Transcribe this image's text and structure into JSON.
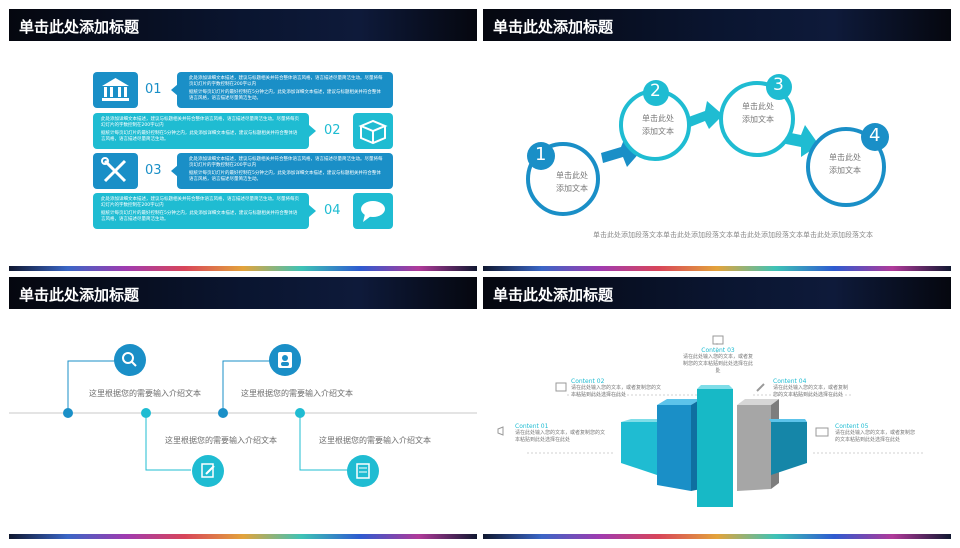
{
  "slides": [
    {
      "title": "单击此处添加标题",
      "rows": [
        {
          "num": "01",
          "icon": "bank-icon",
          "text1": "此处添加详细文本描述，建议与标题相关并符合整体语言风格，语言描述尽量简洁生动。尽量将每页幻灯片的字数控制在200字以内",
          "text2": "据统计每页幻灯片的最好控制在5分钟之内，此处添加详细文本描述，建议与标题相关并符合整体语言风格，语言描述尽量简洁生动。"
        },
        {
          "num": "02",
          "icon": "box-icon",
          "text1": "此处添加详细文本描述，建议与标题相关并符合整体语言风格，语言描述尽量简洁生动。尽量将每页幻灯片的字数控制在200字以内",
          "text2": "据统计每页幻灯片的最好控制在5分钟之内，此处添加详细文本描述，建议与标题相关并符合整体语言风格，语言描述尽量简洁生动。"
        },
        {
          "num": "03",
          "icon": "tools-icon",
          "text1": "此处添加详细文本描述，建议与标题相关并符合整体语言风格，语言描述尽量简洁生动。尽量将每页幻灯片的字数控制在200字以内",
          "text2": "据统计每页幻灯片的最好控制在5分钟之内，此处添加详细文本描述，建议与标题相关并符合整体语言风格，语言描述尽量简洁生动。"
        },
        {
          "num": "04",
          "icon": "chat-icon",
          "text1": "此处添加详细文本描述，建议与标题相关并符合整体语言风格，语言描述尽量简洁生动。尽量将每页幻灯片的字数控制在200字以内",
          "text2": "据统计每页幻灯片的最好控制在5分钟之内，此处添加详细文本描述，建议与标题相关并符合整体语言风格，语言描述尽量简洁生动。"
        }
      ]
    },
    {
      "title": "单击此处添加标题",
      "steps": [
        {
          "num": "1",
          "label1": "单击此处",
          "label2": "添加文本"
        },
        {
          "num": "2",
          "label1": "单击此处",
          "label2": "添加文本"
        },
        {
          "num": "3",
          "label1": "单击此处",
          "label2": "添加文本"
        },
        {
          "num": "4",
          "label1": "单击此处",
          "label2": "添加文本"
        }
      ],
      "caption": "单击此处添加段落文本单击此处添加段落文本单击此处添加段落文本单击此处添加段落文本"
    },
    {
      "title": "单击此处添加标题",
      "items": [
        {
          "icon": "search-icon",
          "text": "这里根据您的需要输入介绍文本"
        },
        {
          "icon": "edit-icon",
          "text": "这里根据您的需要输入介绍文本"
        },
        {
          "icon": "user-icon",
          "text": "这里根据您的需要输入介绍文本"
        },
        {
          "icon": "checklist-icon",
          "text": "这里根据您的需要输入介绍文本"
        }
      ]
    },
    {
      "title": "单击此处添加标题",
      "contents": [
        {
          "title": "Content 01",
          "icon": "megaphone-icon",
          "text": "请在此处输入您的文本，或者复制您的文本粘贴到此处选择在此处"
        },
        {
          "title": "Content 02",
          "icon": "chart-icon",
          "text": "请在此处输入您的文本，或者复制您的文本粘贴到此处选择在此处"
        },
        {
          "title": "Content 03",
          "icon": "store-icon",
          "text": "请在此处输入您的文本，或者复制您的文本粘贴到此处选择在此处"
        },
        {
          "title": "Content 04",
          "icon": "flashlight-icon",
          "text": "请在此处输入您的文本，或者复制您的文本粘贴到此处选择在此处"
        },
        {
          "title": "Content 05",
          "icon": "money-icon",
          "text": "请在此处输入您的文本，或者复制您的文本粘贴到此处选择在此处"
        }
      ]
    }
  ],
  "colors": {
    "primary": "#1a8fc7",
    "cyan": "#1fbcd2",
    "teal": "#29c2c9",
    "gray": "#a6a6a6",
    "dark": "#0c1226"
  }
}
